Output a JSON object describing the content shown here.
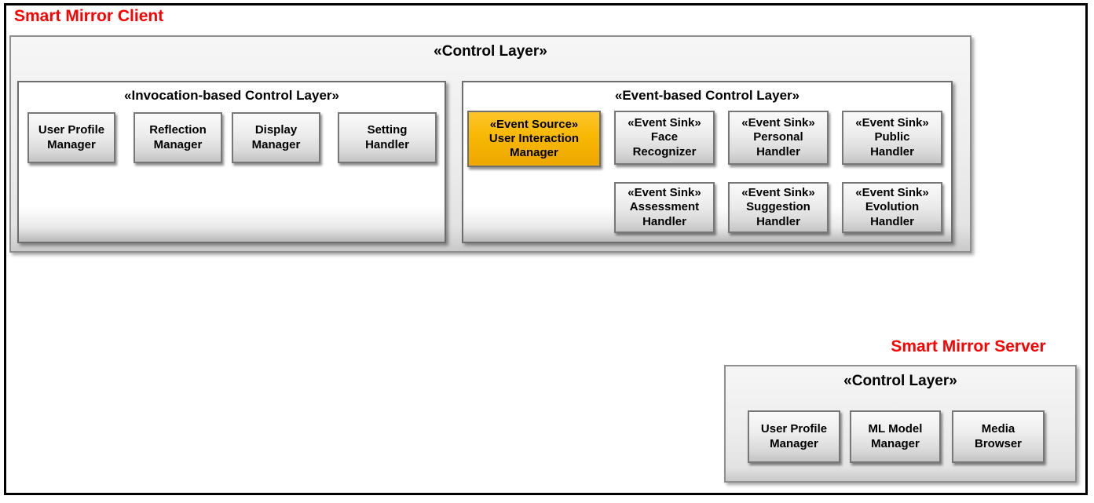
{
  "page": {
    "client_title": "Smart Mirror Client",
    "server_title": "Smart Mirror Server"
  },
  "colors": {
    "title_red": "#FF0000",
    "event_source_orange": "#F7B500",
    "component_gray": "#D9D9D9",
    "panel_gray": "#EDEDED"
  },
  "client": {
    "control_layer_title": "«Control Layer»",
    "invocation_layer": {
      "title": "«Invocation-based Control Layer»",
      "components": [
        {
          "label": "User Profile\nManager"
        },
        {
          "label": "Reflection\nManager"
        },
        {
          "label": "Display\nManager"
        },
        {
          "label": "Setting\nHandler"
        }
      ]
    },
    "event_layer": {
      "title": "«Event-based Control Layer»",
      "components_row1": [
        {
          "type": "event-source",
          "label": "«Event Source»\nUser Interaction\nManager"
        },
        {
          "type": "event-sink",
          "label": "«Event Sink»\nFace\nRecognizer"
        },
        {
          "type": "event-sink",
          "label": "«Event Sink»\nPersonal\nHandler"
        },
        {
          "type": "event-sink",
          "label": "«Event Sink»\nPublic\nHandler"
        }
      ],
      "components_row2": [
        {
          "type": "event-sink",
          "label": "«Event Sink»\nAssessment\nHandler"
        },
        {
          "type": "event-sink",
          "label": "«Event Sink»\nSuggestion\nHandler"
        },
        {
          "type": "event-sink",
          "label": "«Event Sink»\nEvolution\nHandler"
        }
      ]
    }
  },
  "server": {
    "control_layer_title": "«Control Layer»",
    "components": [
      {
        "label": "User Profile\nManager"
      },
      {
        "label": "ML Model\nManager"
      },
      {
        "label": "Media\nBrowser"
      }
    ]
  }
}
